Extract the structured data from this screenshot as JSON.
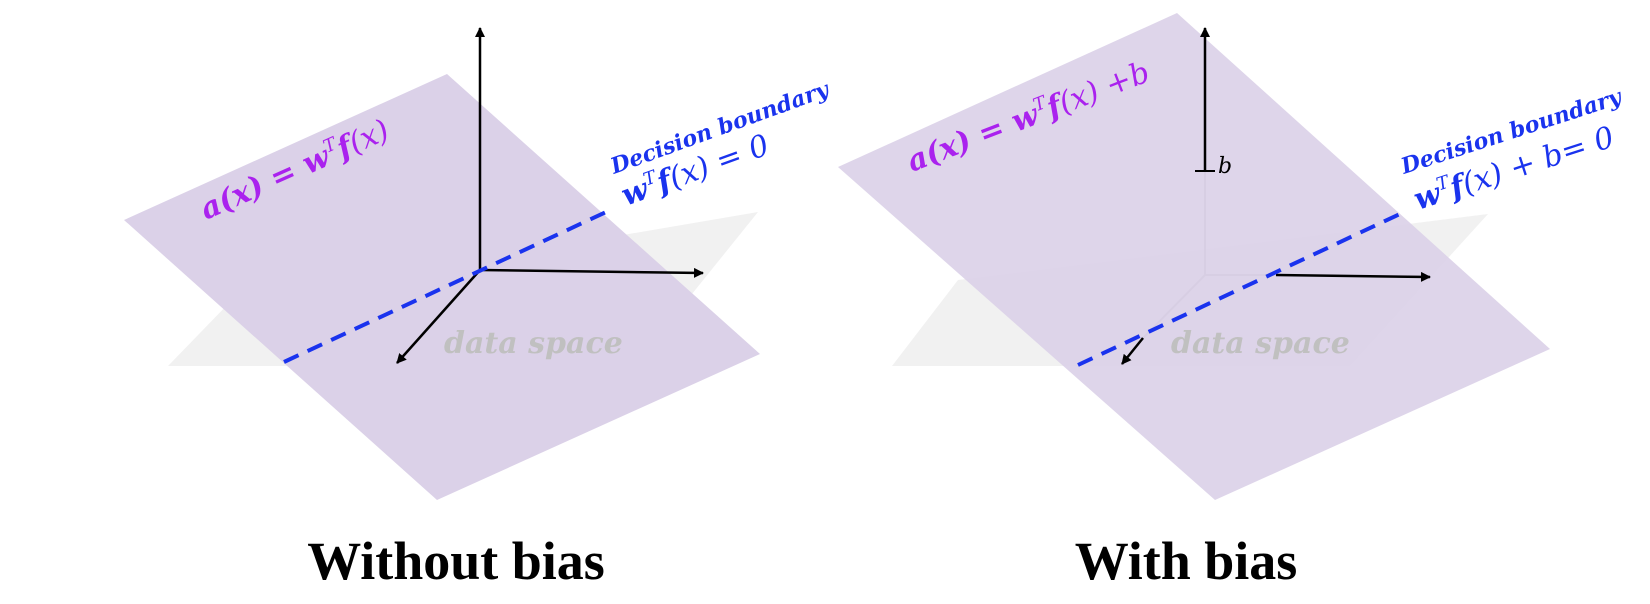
{
  "colors": {
    "activation_plane": "#dbd1e8",
    "data_space_plane": "#f1f1f1",
    "data_space_text": "#c0c0c0",
    "activation_text": "#aa22ee",
    "decision_boundary": "#1a33ee",
    "axis": "#000000",
    "hidden_axis": "#aaaaaa"
  },
  "panels": [
    {
      "id": "without-bias",
      "caption": "Without bias",
      "activation_label": {
        "prefix": "a(x) = ",
        "w": "w",
        "t": "T",
        "f": "f",
        "suffix": "(x)"
      },
      "decision_boundary_title": "Decision boundary",
      "decision_boundary_formula": {
        "w": "w",
        "t": "T",
        "f": "f",
        "suffix": "(x) = 0"
      },
      "data_space_label": "data space"
    },
    {
      "id": "with-bias",
      "caption": "With bias",
      "activation_label": {
        "prefix": "a(x) = ",
        "w": "w",
        "t": "T",
        "f": "f",
        "suffix": "(x) +b"
      },
      "decision_boundary_title": "Decision boundary",
      "decision_boundary_formula": {
        "w": "w",
        "t": "T",
        "f": "f",
        "suffix": "(x) + b= 0"
      },
      "data_space_label": "data space",
      "bias_label": "b"
    }
  ]
}
